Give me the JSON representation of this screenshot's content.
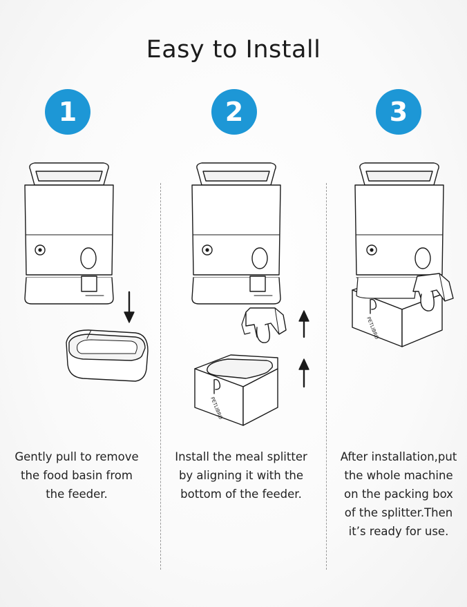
{
  "title": "Easy to Install",
  "steps": [
    {
      "number": "1",
      "caption": [
        "Gently pull to remove",
        "the food basin from",
        "the feeder."
      ]
    },
    {
      "number": "2",
      "caption": [
        "Install the meal splitter",
        "by aligning it with the",
        "bottom of the feeder."
      ]
    },
    {
      "number": "3",
      "caption": [
        "After installation,put",
        "the whole machine",
        "on the packing box",
        "of the splitter.Then",
        "it’s ready for use."
      ]
    }
  ],
  "brand": "PETLIBRO",
  "colors": {
    "accent": "#1d97d6",
    "line": "#1a1a1a"
  }
}
